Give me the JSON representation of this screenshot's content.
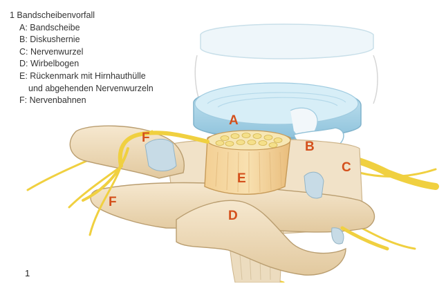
{
  "legend": {
    "title": "1 Bandscheibenvorfall",
    "items": [
      {
        "text": "A: Bandscheibe"
      },
      {
        "text": "B: Diskushernie"
      },
      {
        "text": "C: Nervenwurzel"
      },
      {
        "text": "D: Wirbelbogen"
      },
      {
        "text": "E: Rückenmark mit Hirnhauthülle",
        "continuation": "und abgehenden Nervenwurzeln"
      },
      {
        "text": "F: Nervenbahnen"
      }
    ]
  },
  "figure_number": "1",
  "labels": {
    "A": "A",
    "B": "B",
    "C": "C",
    "D": "D",
    "E": "E",
    "F1": "F",
    "F2": "F"
  },
  "colors": {
    "label": "#d4501c",
    "bone": "#efdcbd",
    "bone_shade": "#d9c29b",
    "disc": "#a9d3e6",
    "nerve": "#f0d040",
    "herniated_root": "#e06b3c",
    "cartilage": "#c7dbe6"
  }
}
